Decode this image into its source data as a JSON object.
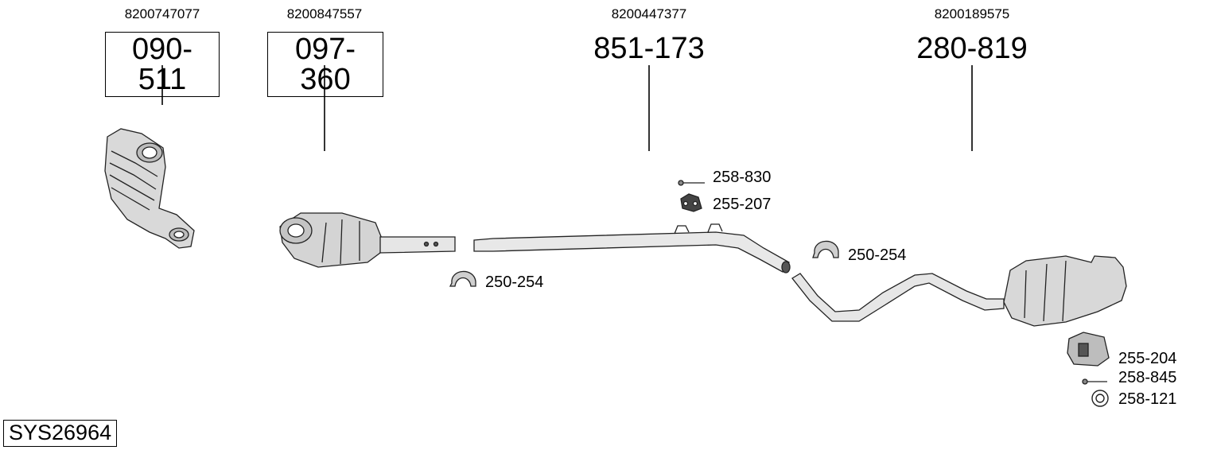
{
  "parts": [
    {
      "oem": "8200747077",
      "number": "090-511",
      "boxed": true
    },
    {
      "oem": "8200847557",
      "number": "097-360",
      "boxed": true
    },
    {
      "oem": "8200447377",
      "number": "851-173",
      "boxed": false
    },
    {
      "oem": "8200189575",
      "number": "280-819",
      "boxed": false
    }
  ],
  "accessories": {
    "bolt_258_830": "258-830",
    "rubber_mount_255_207": "255-207",
    "clamp_left": "250-254",
    "clamp_right": "250-254",
    "bracket_255_204": "255-204",
    "bolt_258_845": "258-845",
    "ring_258_121": "258-121"
  },
  "system_id": "SYS26964"
}
